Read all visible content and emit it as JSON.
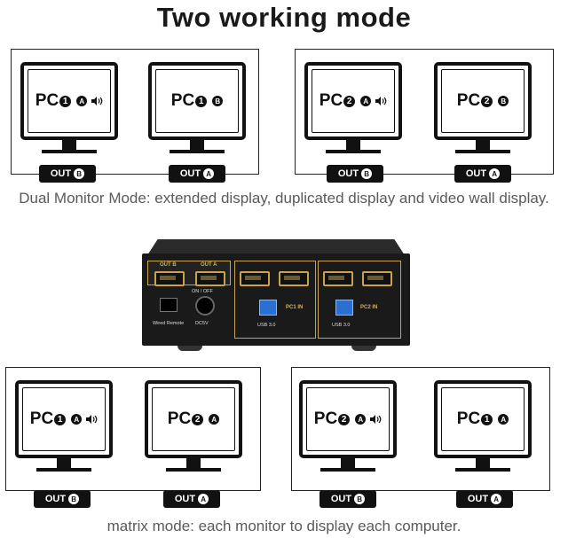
{
  "title": "Two  working mode",
  "captions": {
    "dual": "Dual Monitor Mode: extended display, duplicated display and video wall display.",
    "matrix": "matrix mode: each monitor to display each computer."
  },
  "groups": {
    "top_left": {
      "monitors": [
        {
          "pc": "PC",
          "num": "1",
          "port": "A",
          "audio": true,
          "out": "OUT",
          "out_port": "B"
        },
        {
          "pc": "PC",
          "num": "1",
          "port": "B",
          "audio": false,
          "out": "OUT",
          "out_port": "A"
        }
      ]
    },
    "top_right": {
      "monitors": [
        {
          "pc": "PC",
          "num": "2",
          "port": "A",
          "audio": true,
          "out": "OUT",
          "out_port": "B"
        },
        {
          "pc": "PC",
          "num": "2",
          "port": "B",
          "audio": false,
          "out": "OUT",
          "out_port": "A"
        }
      ]
    },
    "bottom_left": {
      "monitors": [
        {
          "pc": "PC",
          "num": "1",
          "port": "A",
          "audio": true,
          "out": "OUT",
          "out_port": "B"
        },
        {
          "pc": "PC",
          "num": "2",
          "port": "A",
          "audio": false,
          "out": "OUT",
          "out_port": "A"
        }
      ]
    },
    "bottom_right": {
      "monitors": [
        {
          "pc": "PC",
          "num": "2",
          "port": "A",
          "audio": true,
          "out": "OUT",
          "out_port": "B"
        },
        {
          "pc": "PC",
          "num": "1",
          "port": "A",
          "audio": false,
          "out": "OUT",
          "out_port": "A"
        }
      ]
    }
  },
  "kvm": {
    "out_b": "OUT B",
    "out_a": "OUT A",
    "on_off": "ON / OFF",
    "wired_remote": "Wired Remote",
    "dc5v": "DC5V",
    "usb1": "USB 3.0",
    "usb2": "USB 3.0",
    "pc1_in": "PC1 IN",
    "pc2_in": "PC2 IN"
  },
  "colors": {
    "gold": "#c9a24a",
    "usb_blue": "#2a6fd1",
    "device": "#1a1a1a"
  }
}
